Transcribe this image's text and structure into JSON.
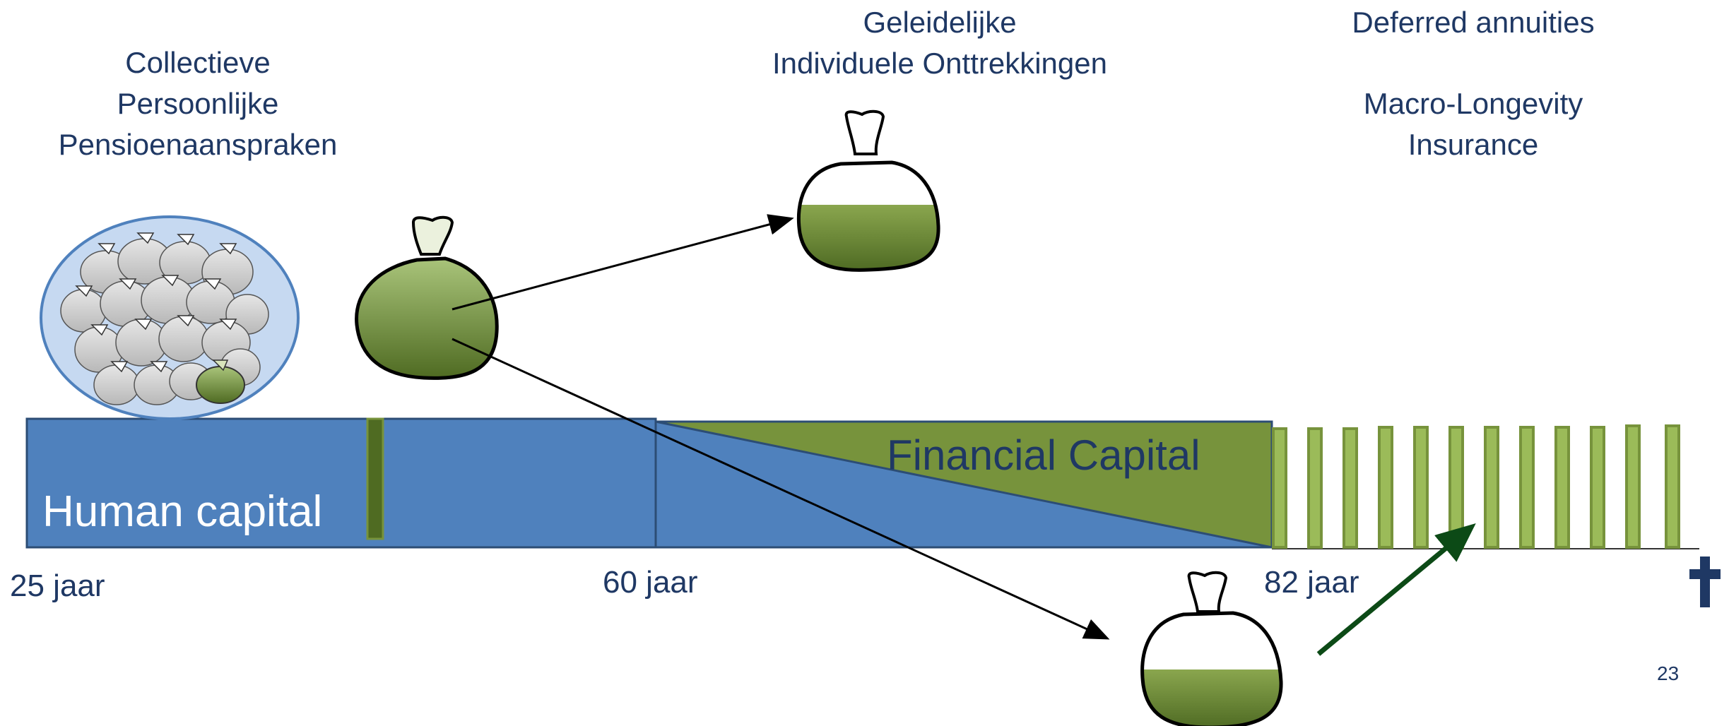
{
  "labels": {
    "collective": [
      "Collectieve",
      "Persoonlijke",
      "Pensioenaanspraken"
    ],
    "gradual": [
      "Geleidelijke",
      "Individuele Onttrekkingen"
    ],
    "deferred": "Deferred annuities",
    "macro": [
      "Macro-Longevity",
      "Insurance"
    ]
  },
  "bars": {
    "human_capital": "Human capital",
    "financial_capital": "Financial Capital"
  },
  "ages": [
    "25 jaar",
    "60 jaar",
    "82 jaar"
  ],
  "slide_number": "23",
  "colors": {
    "human_blue": "#4f81bd",
    "financial_green": "#77933c",
    "annuity_green": "#9bbb59",
    "text_navy": "#1f3864",
    "cross_navy": "#1f3864"
  }
}
